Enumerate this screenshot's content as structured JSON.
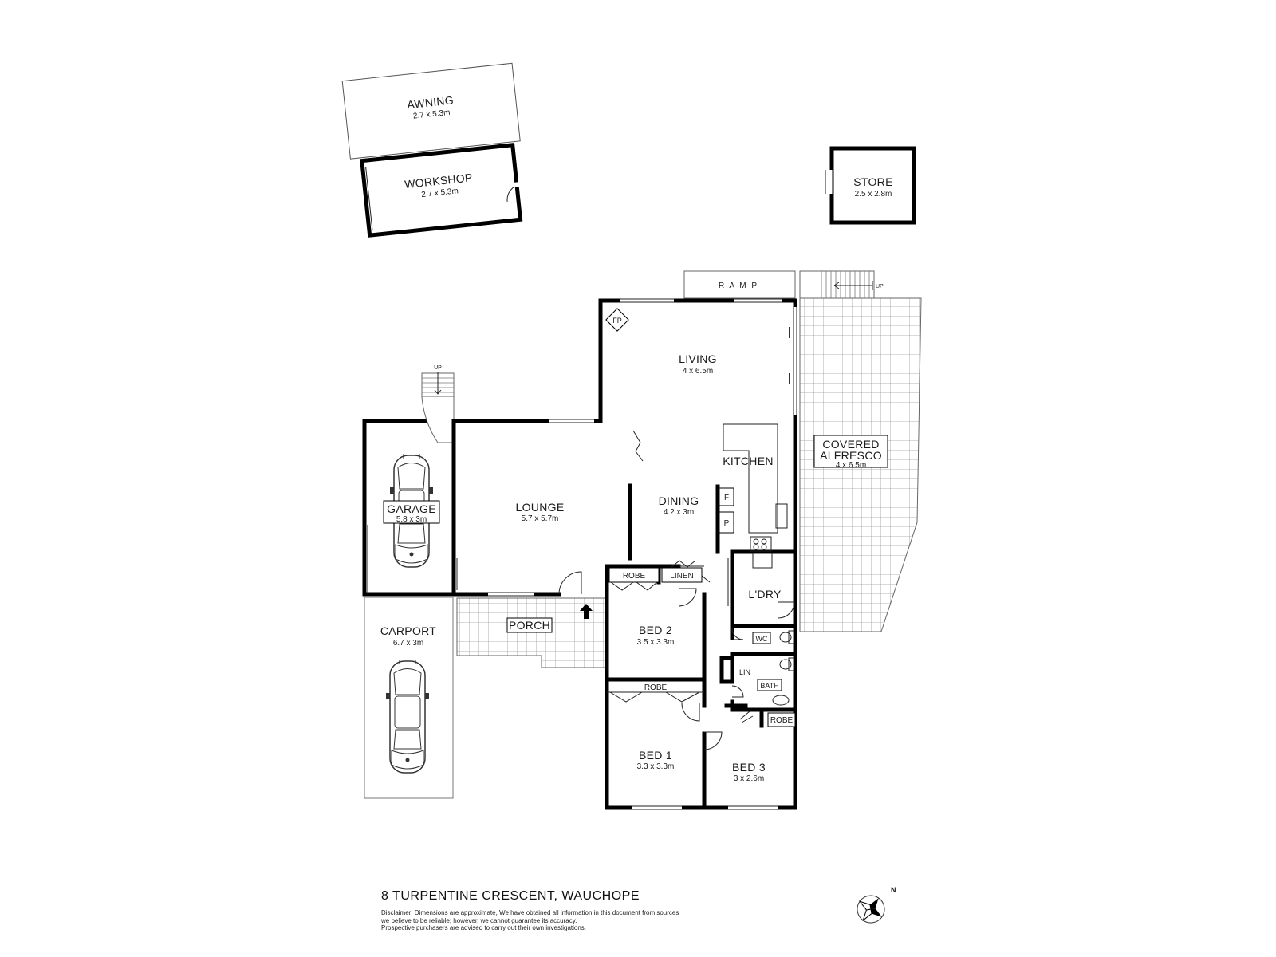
{
  "rooms": {
    "awning": {
      "name": "AWNING",
      "dims": "2.7 x 5.3m"
    },
    "workshop": {
      "name": "WORKSHOP",
      "dims": "2.7 x 5.3m"
    },
    "store": {
      "name": "STORE",
      "dims": "2.5 x 2.8m"
    },
    "ramp": {
      "name": "R A M P"
    },
    "living": {
      "name": "LIVING",
      "dims": "4 x 6.5m"
    },
    "kitchen": {
      "name": "KITCHEN"
    },
    "dining": {
      "name": "DINING",
      "dims": "4.2 x 3m"
    },
    "covered_alfresco": {
      "name_line1": "COVERED",
      "name_line2": "ALFRESCO",
      "dims": "4 x 6.5m"
    },
    "lounge": {
      "name": "LOUNGE",
      "dims": "5.7 x 5.7m"
    },
    "garage": {
      "name": "GARAGE",
      "dims": "5.8 x 3m"
    },
    "carport": {
      "name": "CARPORT",
      "dims": "6.7 x 3m"
    },
    "porch": {
      "name": "PORCH"
    },
    "bed2": {
      "name": "BED 2",
      "dims": "3.5 x 3.3m"
    },
    "bed1": {
      "name": "BED 1",
      "dims": "3.3 x 3.3m"
    },
    "bed3": {
      "name": "BED 3",
      "dims": "3 x 2.6m"
    },
    "laundry": {
      "name": "L'DRY"
    },
    "wc": {
      "name": "WC"
    },
    "bath": {
      "name": "BATH"
    },
    "lin": {
      "name": "LIN"
    },
    "linen": {
      "name": "LINEN"
    },
    "robe_bed2": {
      "name": "ROBE"
    },
    "robe_bed1": {
      "name": "ROBE"
    },
    "robe_bed3": {
      "name": "ROBE"
    },
    "fridge": {
      "name": "F"
    },
    "pantry": {
      "name": "P"
    },
    "fireplace": {
      "name": "FP"
    }
  },
  "stairs": {
    "up_label": "UP"
  },
  "compass": {
    "north_label": "N"
  },
  "footer": {
    "address": "8 TURPENTINE CRESCENT, WAUCHOPE",
    "disclaimer": [
      "Disclaimer: Dimensions are approximate, We have obtained all information in this document from sources",
      "we believe to be reliable; however, we cannot guarantee its accuracy.",
      "Prospective purchasers are advised to carry out their own investigations."
    ]
  }
}
